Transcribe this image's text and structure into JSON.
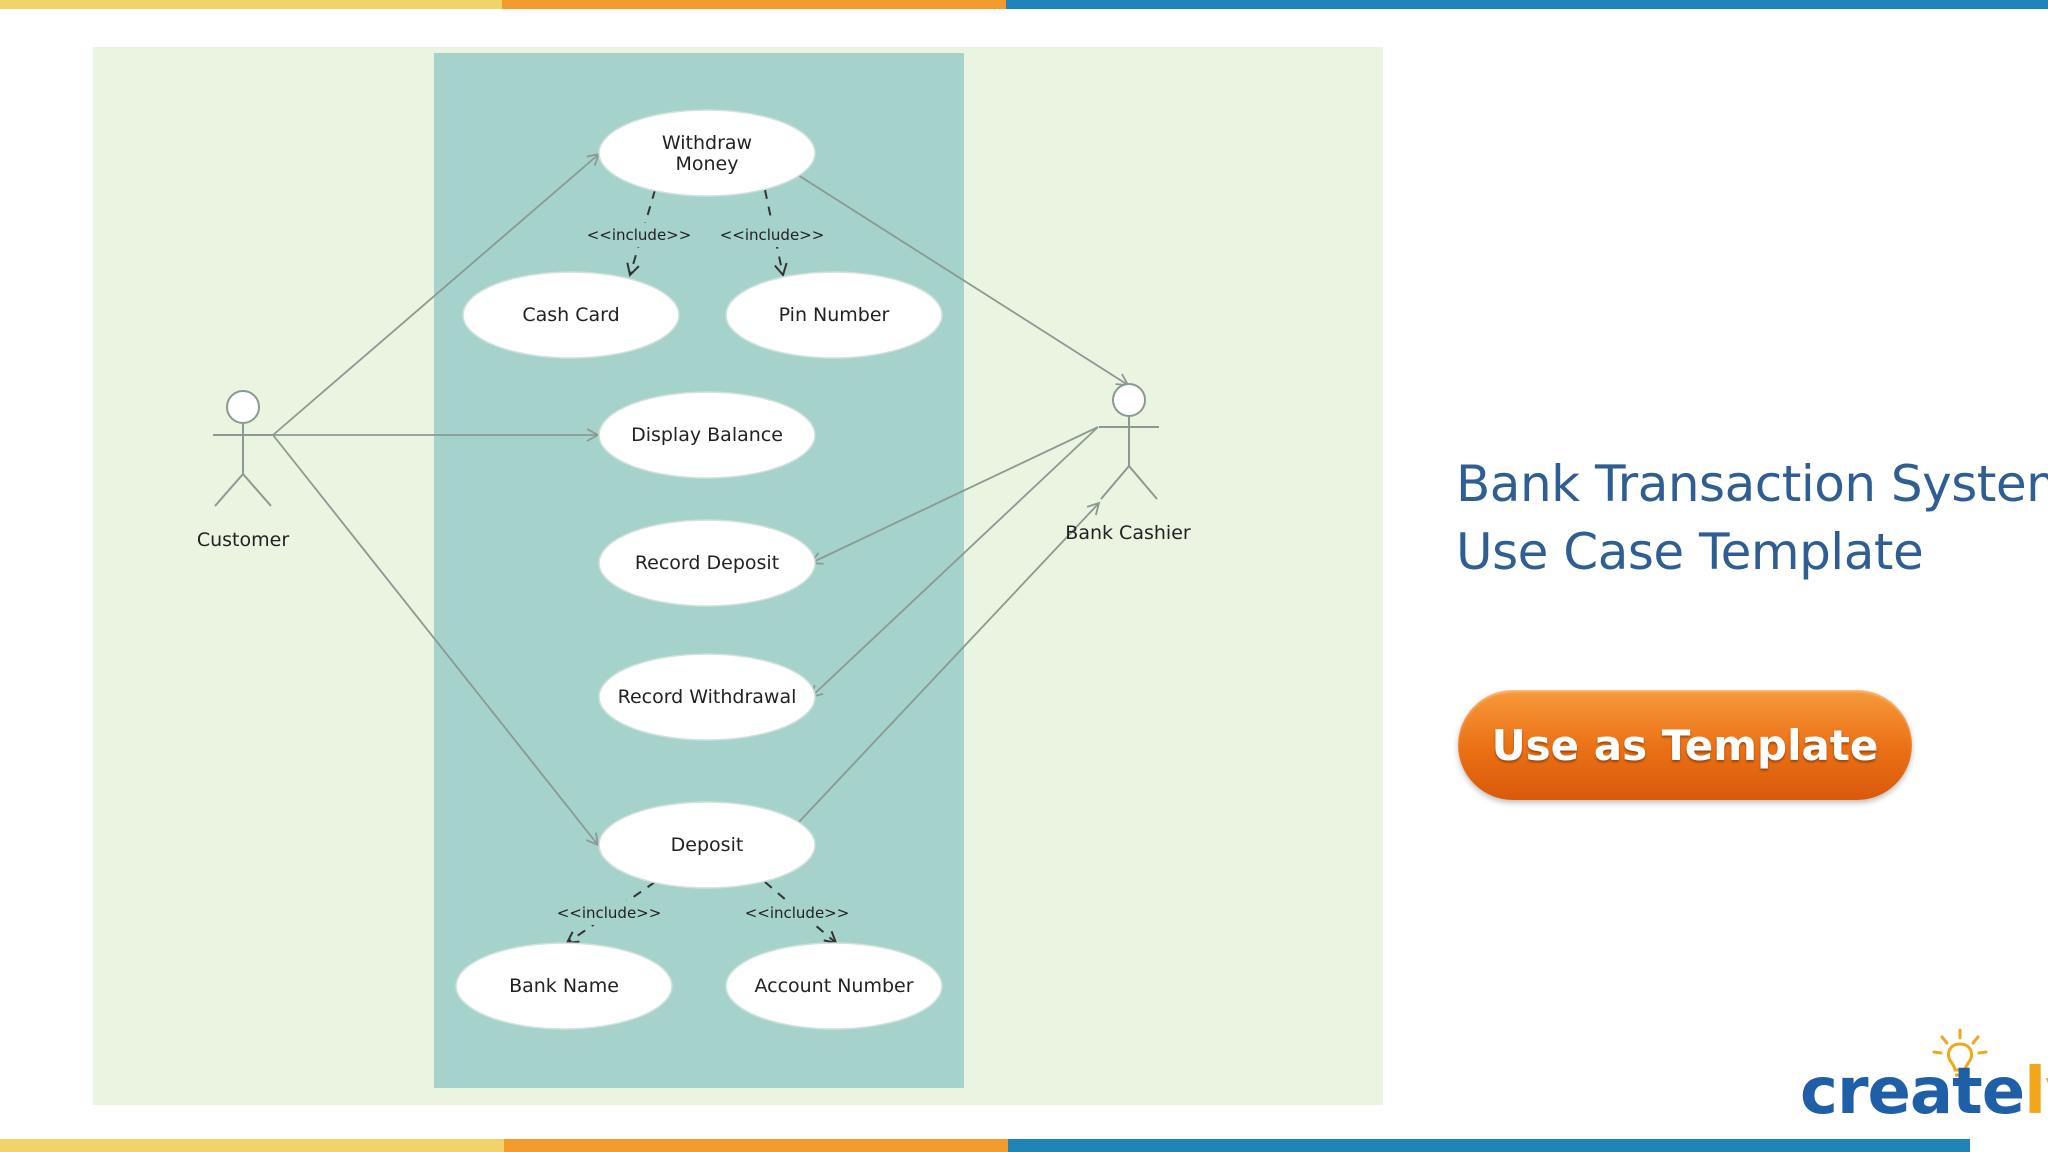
{
  "colors": {
    "stripe_yellow": "#f2d36b",
    "stripe_orange": "#f39a2c",
    "stripe_blue": "#2184b8",
    "canvas_bg": "#ebf3e1",
    "system_boundary": "#a5d2cb",
    "use_case_fill": "#ffffff",
    "connector": "#8a9a93",
    "title_text": "#2e5e93",
    "button_orange": "#ea6f14",
    "logo_blue": "#1e5fa8",
    "logo_yellow": "#f2a71b"
  },
  "diagram": {
    "actors": {
      "customer": "Customer",
      "bank_cashier": "Bank Cashier"
    },
    "use_cases": {
      "withdraw_money": [
        "Withdraw",
        "Money"
      ],
      "cash_card": "Cash Card",
      "pin_number": "Pin Number",
      "display_balance": "Display Balance",
      "record_deposit": "Record Deposit",
      "record_withdrawal": "Record Withdrawal",
      "deposit": "Deposit",
      "bank_name": "Bank Name",
      "account_number": "Account Number"
    },
    "include_label": "<<include>>"
  },
  "title": {
    "line1": "Bank Transaction System",
    "line2": "Use Case Template"
  },
  "cta": {
    "label": "Use as Template"
  },
  "logo": {
    "text_main": "create",
    "text_accent": "ly"
  }
}
